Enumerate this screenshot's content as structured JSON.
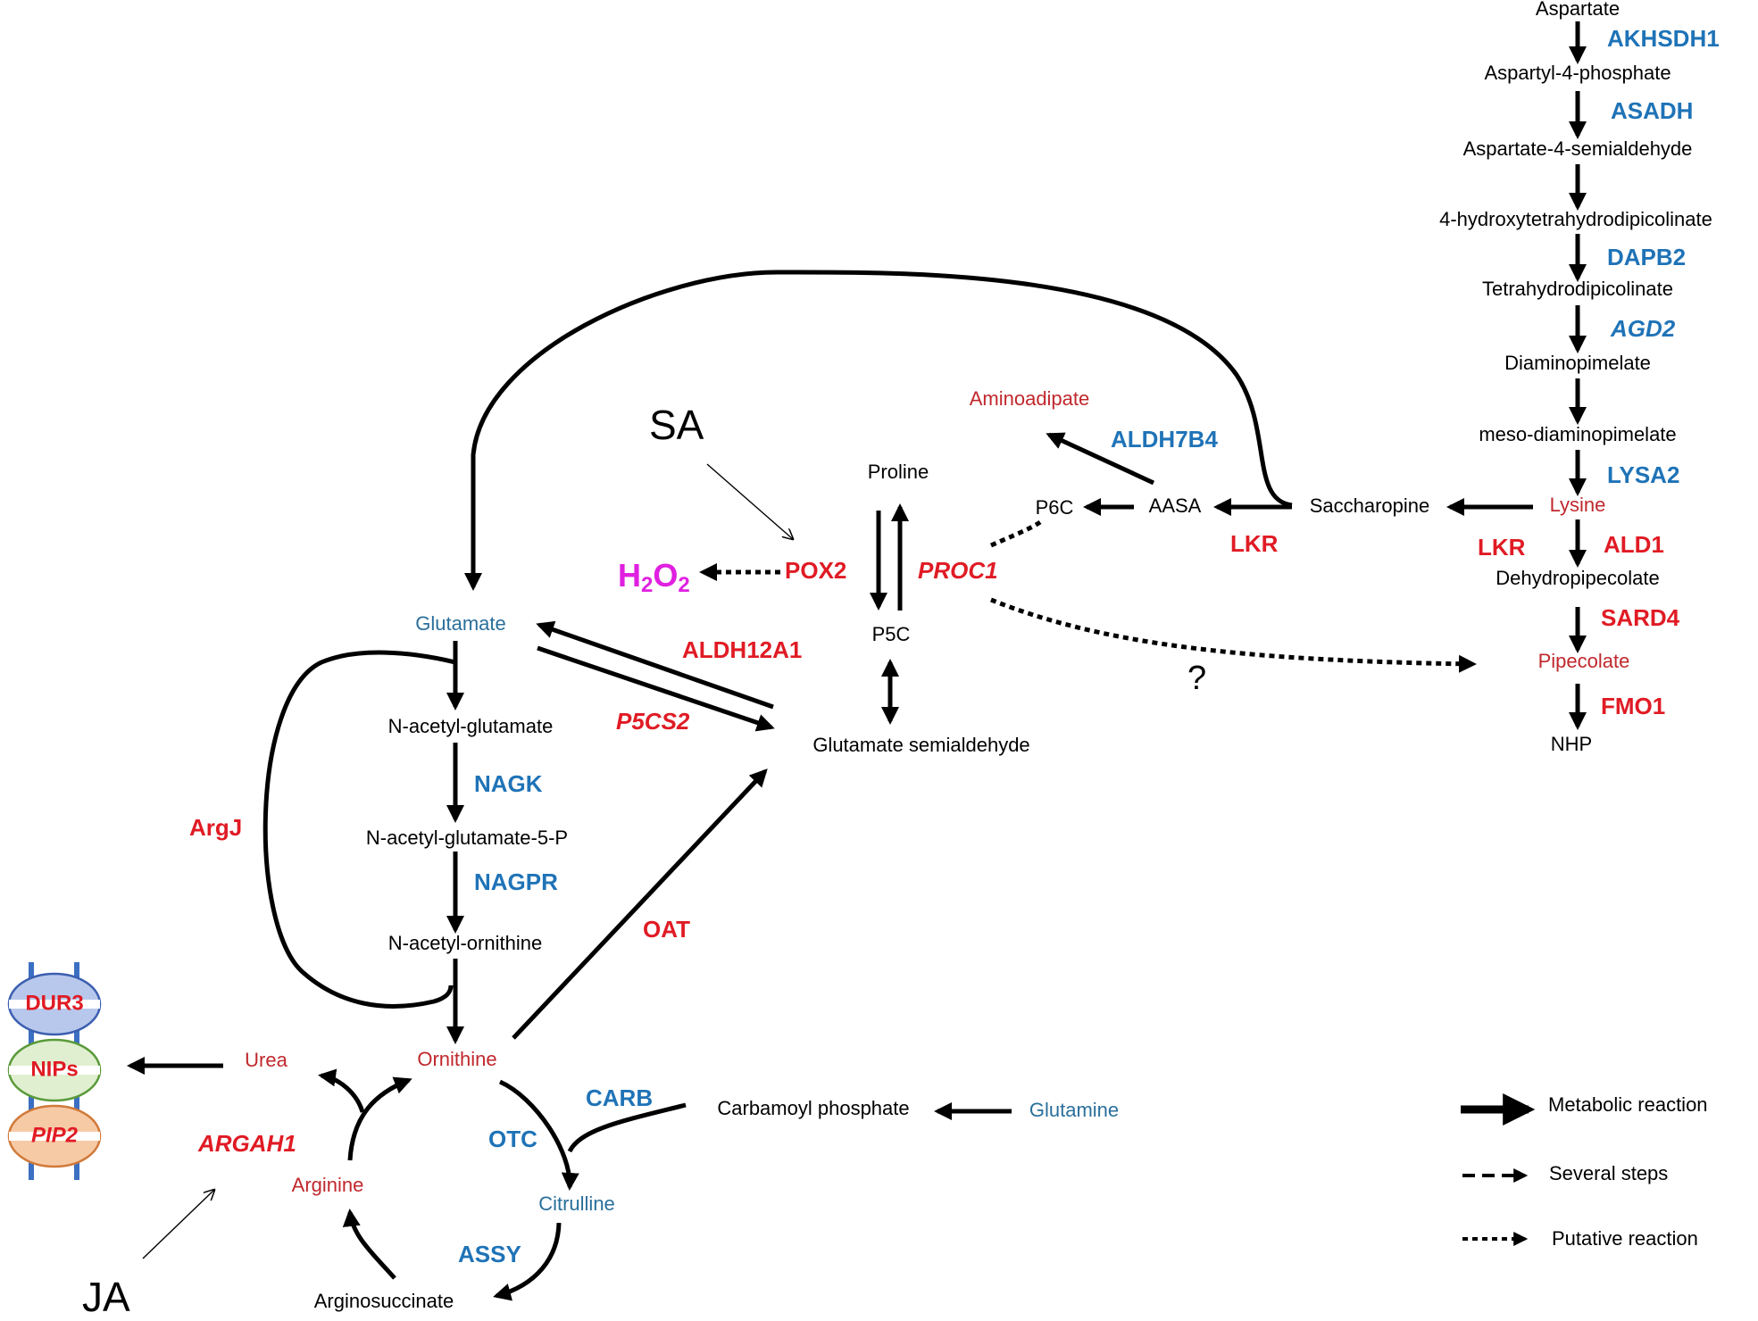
{
  "metabolites": {
    "aspartate": "Aspartate",
    "aspartyl_4_phosphate": "Aspartyl-4-phosphate",
    "aspartate_4_semialdehyde": "Aspartate-4-semialdehyde",
    "hydroxytetrahydrodipicolinate": "4-hydroxytetrahydrodipicolinate",
    "tetrahydrodipicolinate": "Tetrahydrodipicolinate",
    "diaminopimelate": "Diaminopimelate",
    "meso_diaminopimelate": "meso-diaminopimelate",
    "lysine": "Lysine",
    "dehydropipecolate": "Dehydropipecolate",
    "pipecolate": "Pipecolate",
    "nhp": "NHP",
    "saccharopine": "Saccharopine",
    "aasa": "AASA",
    "p6c": "P6C",
    "aminoadipate": "Aminoadipate",
    "proline": "Proline",
    "p5c": "P5C",
    "glutamate_semialdehyde": "Glutamate semialdehyde",
    "glutamate": "Glutamate",
    "n_acetyl_glutamate": "N-acetyl-glutamate",
    "n_acetyl_glutamate_5p": "N-acetyl-glutamate-5-P",
    "n_acetyl_ornithine": "N-acetyl-ornithine",
    "ornithine": "Ornithine",
    "urea": "Urea",
    "arginine": "Arginine",
    "citrulline": "Citrulline",
    "arginosuccinate": "Arginosuccinate",
    "carbamoyl_phosphate": "Carbamoyl phosphate",
    "glutamine": "Glutamine"
  },
  "enzymes": {
    "akhsdh1": "AKHSDH1",
    "asadh": "ASADH",
    "dapb2": "DAPB2",
    "agd2": "AGD2",
    "lysa2": "LYSA2",
    "ald1": "ALD1",
    "sard4": "SARD4",
    "fmo1": "FMO1",
    "lkr_right": "LKR",
    "lkr_mid": "LKR",
    "aldh7b4": "ALDH7B4",
    "proc1": "PROC1",
    "pox2": "POX2",
    "aldh12a1": "ALDH12A1",
    "p5cs2": "P5CS2",
    "nagk": "NAGK",
    "nagpr": "NAGPR",
    "argj": "ArgJ",
    "oat": "OAT",
    "carb": "CARB",
    "otc": "OTC",
    "assy": "ASSY",
    "argah1": "ARGAH1"
  },
  "signals": {
    "sa": "SA",
    "ja": "JA",
    "h2o2_main": "H",
    "h2o2_sub1": "2",
    "h2o2_mid": "O",
    "h2o2_sub2": "2",
    "question": "?"
  },
  "channels": [
    "DUR3",
    "NIPs",
    "PIP2"
  ],
  "legend": {
    "metabolic": "Metabolic reaction",
    "several": "Several steps",
    "putative": "Putative reaction"
  },
  "colors": {
    "red_text": "#c0282d",
    "blue_text": "#2a6f9b",
    "enzyme_red": "#e01b24",
    "enzyme_blue": "#1f73b7",
    "h2o2": "#e020e0",
    "dur3_fill": "#b8c8ec",
    "nips_fill": "#dfefcf",
    "pip2_fill": "#f7caa6"
  }
}
